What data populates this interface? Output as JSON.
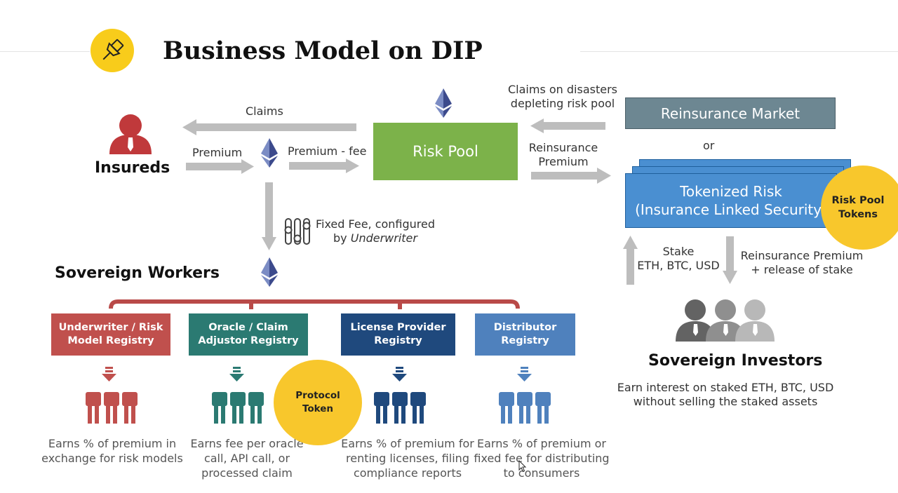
{
  "title": "Business Model on DIP",
  "icons": {
    "pin": "pushpin-icon",
    "eth": "ethereum-icon",
    "sliders": "sliders-icon",
    "person": "person-icon"
  },
  "colors": {
    "pin_bg": "#f8cc1b",
    "risk_pool": "#7cb24a",
    "reinsurance_market": "#6d8792",
    "tokenized_risk": "#4a8fd1",
    "token_circle": "#f8c72c",
    "insureds": "#c0393b",
    "underwriter": "#c0504d",
    "oracle": "#2b7a72",
    "license": "#1f497d",
    "distributor": "#4f81bd",
    "arrow": "#bdbdbd",
    "bracket": "#b94a48"
  },
  "insureds": {
    "label": "Insureds"
  },
  "flows": {
    "claims": "Claims",
    "premium": "Premium",
    "premium_fee": "Premium - fee",
    "claims_disasters_line1": "Claims on disasters",
    "claims_disasters_line2": "depleting risk pool",
    "reinsurance_premium_line1": "Reinsurance",
    "reinsurance_premium_line2": "Premium",
    "or": "or",
    "fixed_fee_line1": "Fixed Fee, configured",
    "fixed_fee_line2_prefix": "by ",
    "fixed_fee_line2_italic": "Underwriter",
    "stake_line1": "Stake",
    "stake_line2": "ETH, BTC, USD",
    "reins_release_line1": "Reinsurance Premium",
    "reins_release_line2": "+ release of stake"
  },
  "risk_pool": {
    "label": "Risk Pool"
  },
  "reinsurance_market": {
    "label": "Reinsurance Market"
  },
  "tokenized_risk": {
    "line1": "Tokenized Risk",
    "line2": "(Insurance Linked Security)"
  },
  "risk_pool_tokens": {
    "line1": "Risk Pool",
    "line2": "Tokens"
  },
  "sovereign_workers": {
    "label": "Sovereign Workers"
  },
  "registries": [
    {
      "line1": "Underwriter / Risk",
      "line2": "Model Registry",
      "desc": [
        "Earns % of premium in",
        "exchange for risk models"
      ]
    },
    {
      "line1": "Oracle / Claim",
      "line2": "Adjustor Registry",
      "desc": [
        "Earns fee per oracle",
        "call, API call, or",
        "processed claim"
      ]
    },
    {
      "line1": "License Provider",
      "line2": "Registry",
      "desc": [
        "Earns % of premium for",
        "renting licenses, filing",
        "compliance reports"
      ]
    },
    {
      "line1": "Distributor",
      "line2": "Registry",
      "desc": [
        "Earns % of premium or",
        "fixed fee for distributing",
        "to consumers"
      ]
    }
  ],
  "protocol_token": {
    "line1": "Protocol",
    "line2": "Token"
  },
  "sovereign_investors": {
    "label": "Sovereign Investors",
    "desc_line1": "Earn interest on staked ETH, BTC, USD",
    "desc_line2": "without selling the staked assets"
  }
}
